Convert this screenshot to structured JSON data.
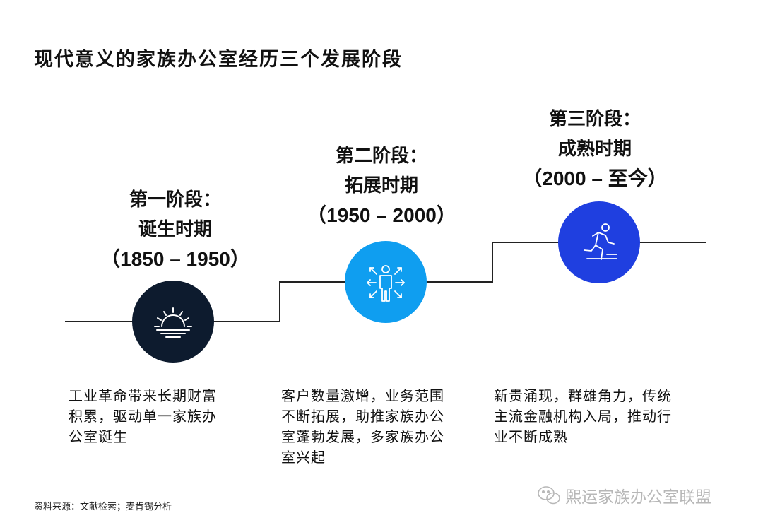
{
  "title": "现代意义的家族办公室经历三个发展阶段",
  "stages": [
    {
      "heading": "第一阶段：",
      "name": "诞生时期",
      "years": "（1850 – 1950）",
      "icon": "sunrise-icon",
      "color": "#0d1b2e",
      "description": [
        "工业革命带来长期财富",
        "积累，驱动单一家族办",
        "公室诞生"
      ]
    },
    {
      "heading": "第二阶段：",
      "name": "拓展时期",
      "years": "（1950 – 2000）",
      "icon": "person-expand-icon",
      "color": "#0f9ef0",
      "description": [
        "客户数量激增，业务范围",
        "不断拓展，助推家族办公",
        "室蓬勃发展，多家族办公",
        "室兴起"
      ]
    },
    {
      "heading": "第三阶段：",
      "name": "成熟时期",
      "years": "（2000 – 至今）",
      "icon": "running-person-icon",
      "color": "#1f3fe0",
      "description": [
        "新贵涌现，群雄角力，传统",
        "主流金融机构入局，推动行",
        "业不断成熟"
      ]
    }
  ],
  "source": "资料来源：文献检索；麦肯锡分析",
  "watermark": "熙运家族办公室联盟"
}
